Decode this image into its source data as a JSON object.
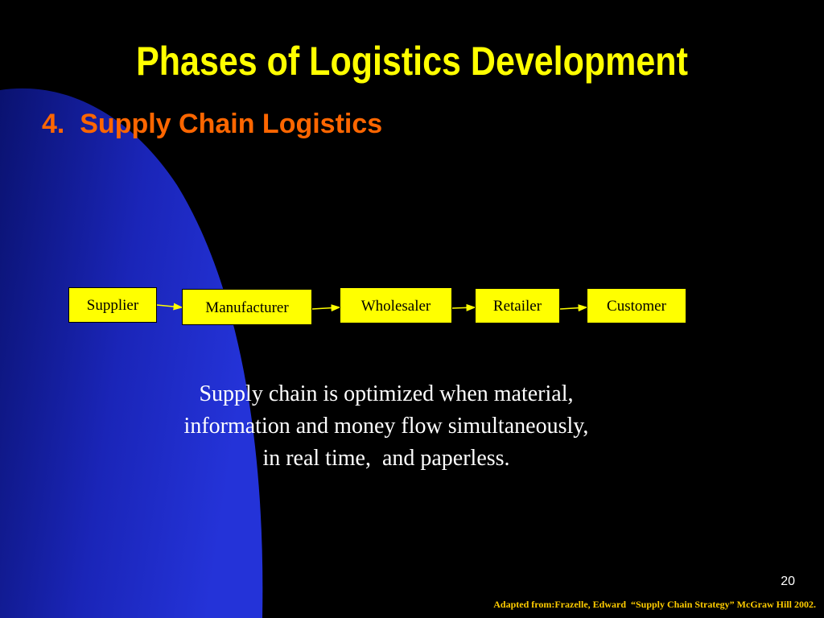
{
  "slide": {
    "title": "Phases of Logistics Development",
    "subtitle": "4.  Supply Chain Logistics",
    "page_number": "20",
    "credit": "Adapted from:Frazelle, Edward  “Supply Chain Strategy” McGraw Hill 2002."
  },
  "diagram": {
    "nodes": [
      {
        "id": "supplier",
        "label": "Supplier"
      },
      {
        "id": "manufacturer",
        "label": "Manufacturer"
      },
      {
        "id": "wholesaler",
        "label": "Wholesaler"
      },
      {
        "id": "retailer",
        "label": "Retailer"
      },
      {
        "id": "customer",
        "label": "Customer"
      }
    ],
    "edges": [
      {
        "from": "supplier",
        "to": "manufacturer"
      },
      {
        "from": "manufacturer",
        "to": "wholesaler"
      },
      {
        "from": "wholesaler",
        "to": "retailer"
      },
      {
        "from": "retailer",
        "to": "customer"
      }
    ]
  },
  "body": {
    "lines": [
      "Supply chain is optimized when material,",
      "information and money flow simultaneously,",
      "in real time,  and paperless."
    ]
  },
  "colors": {
    "background": "#000000",
    "arc": "#1E2BC8",
    "title": "#FFFF00",
    "subtitle": "#FF6600",
    "node_fill": "#FFFF00",
    "arrow": "#FFFF00",
    "body_text": "#FFFFFF",
    "credit": "#FFCC00"
  }
}
